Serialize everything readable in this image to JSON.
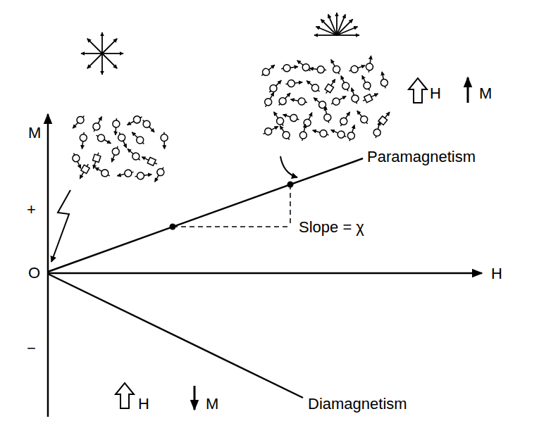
{
  "diagram": {
    "labels": [
      "M",
      "+",
      "O",
      "−",
      "H",
      "Paramagnetism",
      "Slope = χ",
      "Diamagnetism",
      "H",
      "M",
      "H",
      "M"
    ]
  }
}
